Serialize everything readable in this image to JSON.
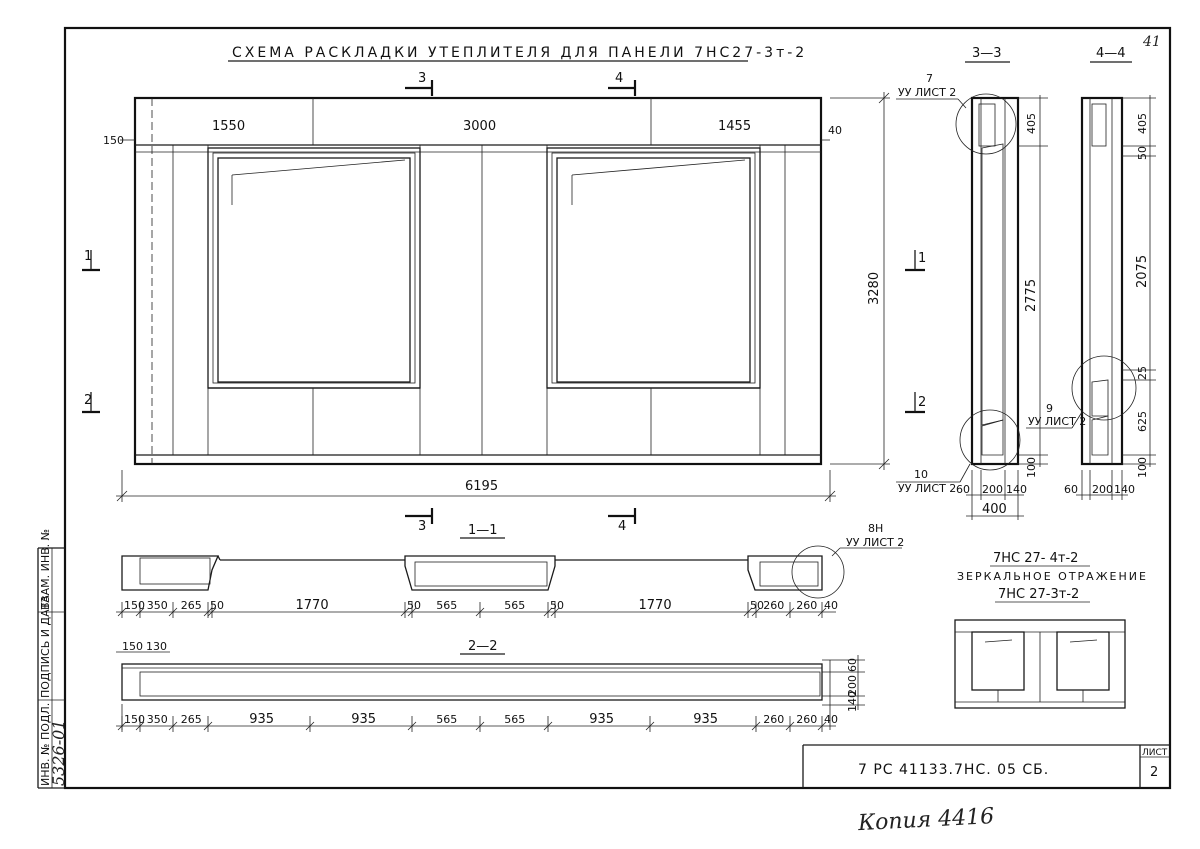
{
  "title": "СХЕМА РАСКЛАДКИ УТЕПЛИТЕЛЯ ДЛЯ ПАНЕЛИ 7НС27-3т-2",
  "page_corner_number": "41",
  "section_labels": {
    "s33": "3—3",
    "s44": "4—4",
    "s11": "1—1",
    "s22": "2—2",
    "cut3": "3",
    "cut4": "4",
    "cut1": "1",
    "cut2": "2"
  },
  "elevation_dims": {
    "top_left": "1550",
    "top_mid": "3000",
    "top_right": "1455",
    "left_150": "150",
    "right_40": "40",
    "height": "3280",
    "width": "6195"
  },
  "callouts": {
    "c7_num": "7",
    "c7_ref": "УУ ЛИСТ 2",
    "c10_num": "10",
    "c10_ref": "УУ ЛИСТ 2",
    "c9_num": "9",
    "c9_ref": "УУ ЛИСТ 2",
    "c8_num": "8Н",
    "c8_ref": "УУ ЛИСТ 2"
  },
  "section33_dims": {
    "top": "405",
    "mid": "2775",
    "bottom": "100",
    "w1": "60",
    "w2": "200",
    "w3": "140",
    "total": "400"
  },
  "section44_dims": {
    "top": "405",
    "d50": "50",
    "mid": "2075",
    "d25": "25",
    "d625": "625",
    "bottom": "100",
    "w1": "60",
    "w2": "200",
    "w3": "140"
  },
  "section11_dims": [
    "150",
    "350",
    "265",
    "50",
    "1770",
    "50",
    "565",
    "565",
    "50",
    "1770",
    "50",
    "260",
    "260",
    "40"
  ],
  "section22_top_dims": [
    "150",
    "130"
  ],
  "section22_dims": [
    "150",
    "350",
    "265",
    "935",
    "935",
    "565",
    "565",
    "935",
    "935",
    "260",
    "260",
    "40"
  ],
  "section22_side_dims": [
    "60",
    "200",
    "140"
  ],
  "mirror_note": {
    "line1": "7НС 27- 4т-2",
    "line2": "ЗЕРКАЛЬНОЕ ОТРАЖЕНИЕ",
    "line3": "7НС 27-3т-2"
  },
  "stamp": {
    "code": "7 РС 41133.7НС. 05 СБ.",
    "sheet_label": "ЛИСТ",
    "sheet_number": "2"
  },
  "side_stamp": {
    "inv_podl": "ИНВ. № ПОДЛ.",
    "podpis": "ПОДПИСЬ И ДАТА",
    "vzam": "ВЗАМ. ИНВ. №",
    "inv_number": "5326-01"
  },
  "handwritten_note": "Копия 4416"
}
